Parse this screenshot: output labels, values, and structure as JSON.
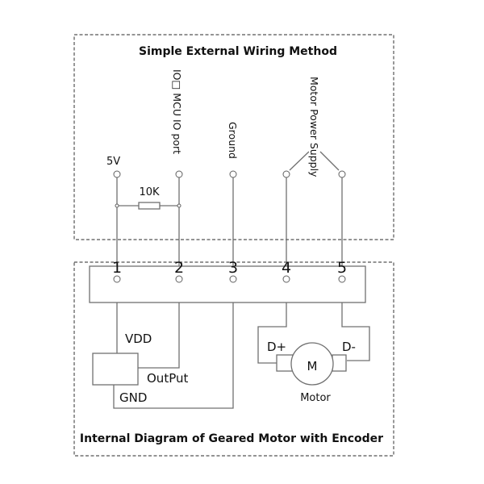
{
  "external": {
    "title": "Simple External Wiring Method",
    "label_5v": "5V",
    "label_io": "IO□ MCU IO port",
    "label_ground": "Ground",
    "label_motor_supply": "Motor Power Supply",
    "resistor_value": "10K"
  },
  "internal": {
    "title": "Internal Diagram of Geared Motor with Encoder",
    "pins": [
      "1",
      "2",
      "3",
      "4",
      "5"
    ],
    "label_vdd": "VDD",
    "label_output": "OutPut",
    "label_gnd": "GND",
    "label_dplus": "D+",
    "label_dminus": "D-",
    "motor_symbol": "M",
    "motor_label": "Motor"
  }
}
